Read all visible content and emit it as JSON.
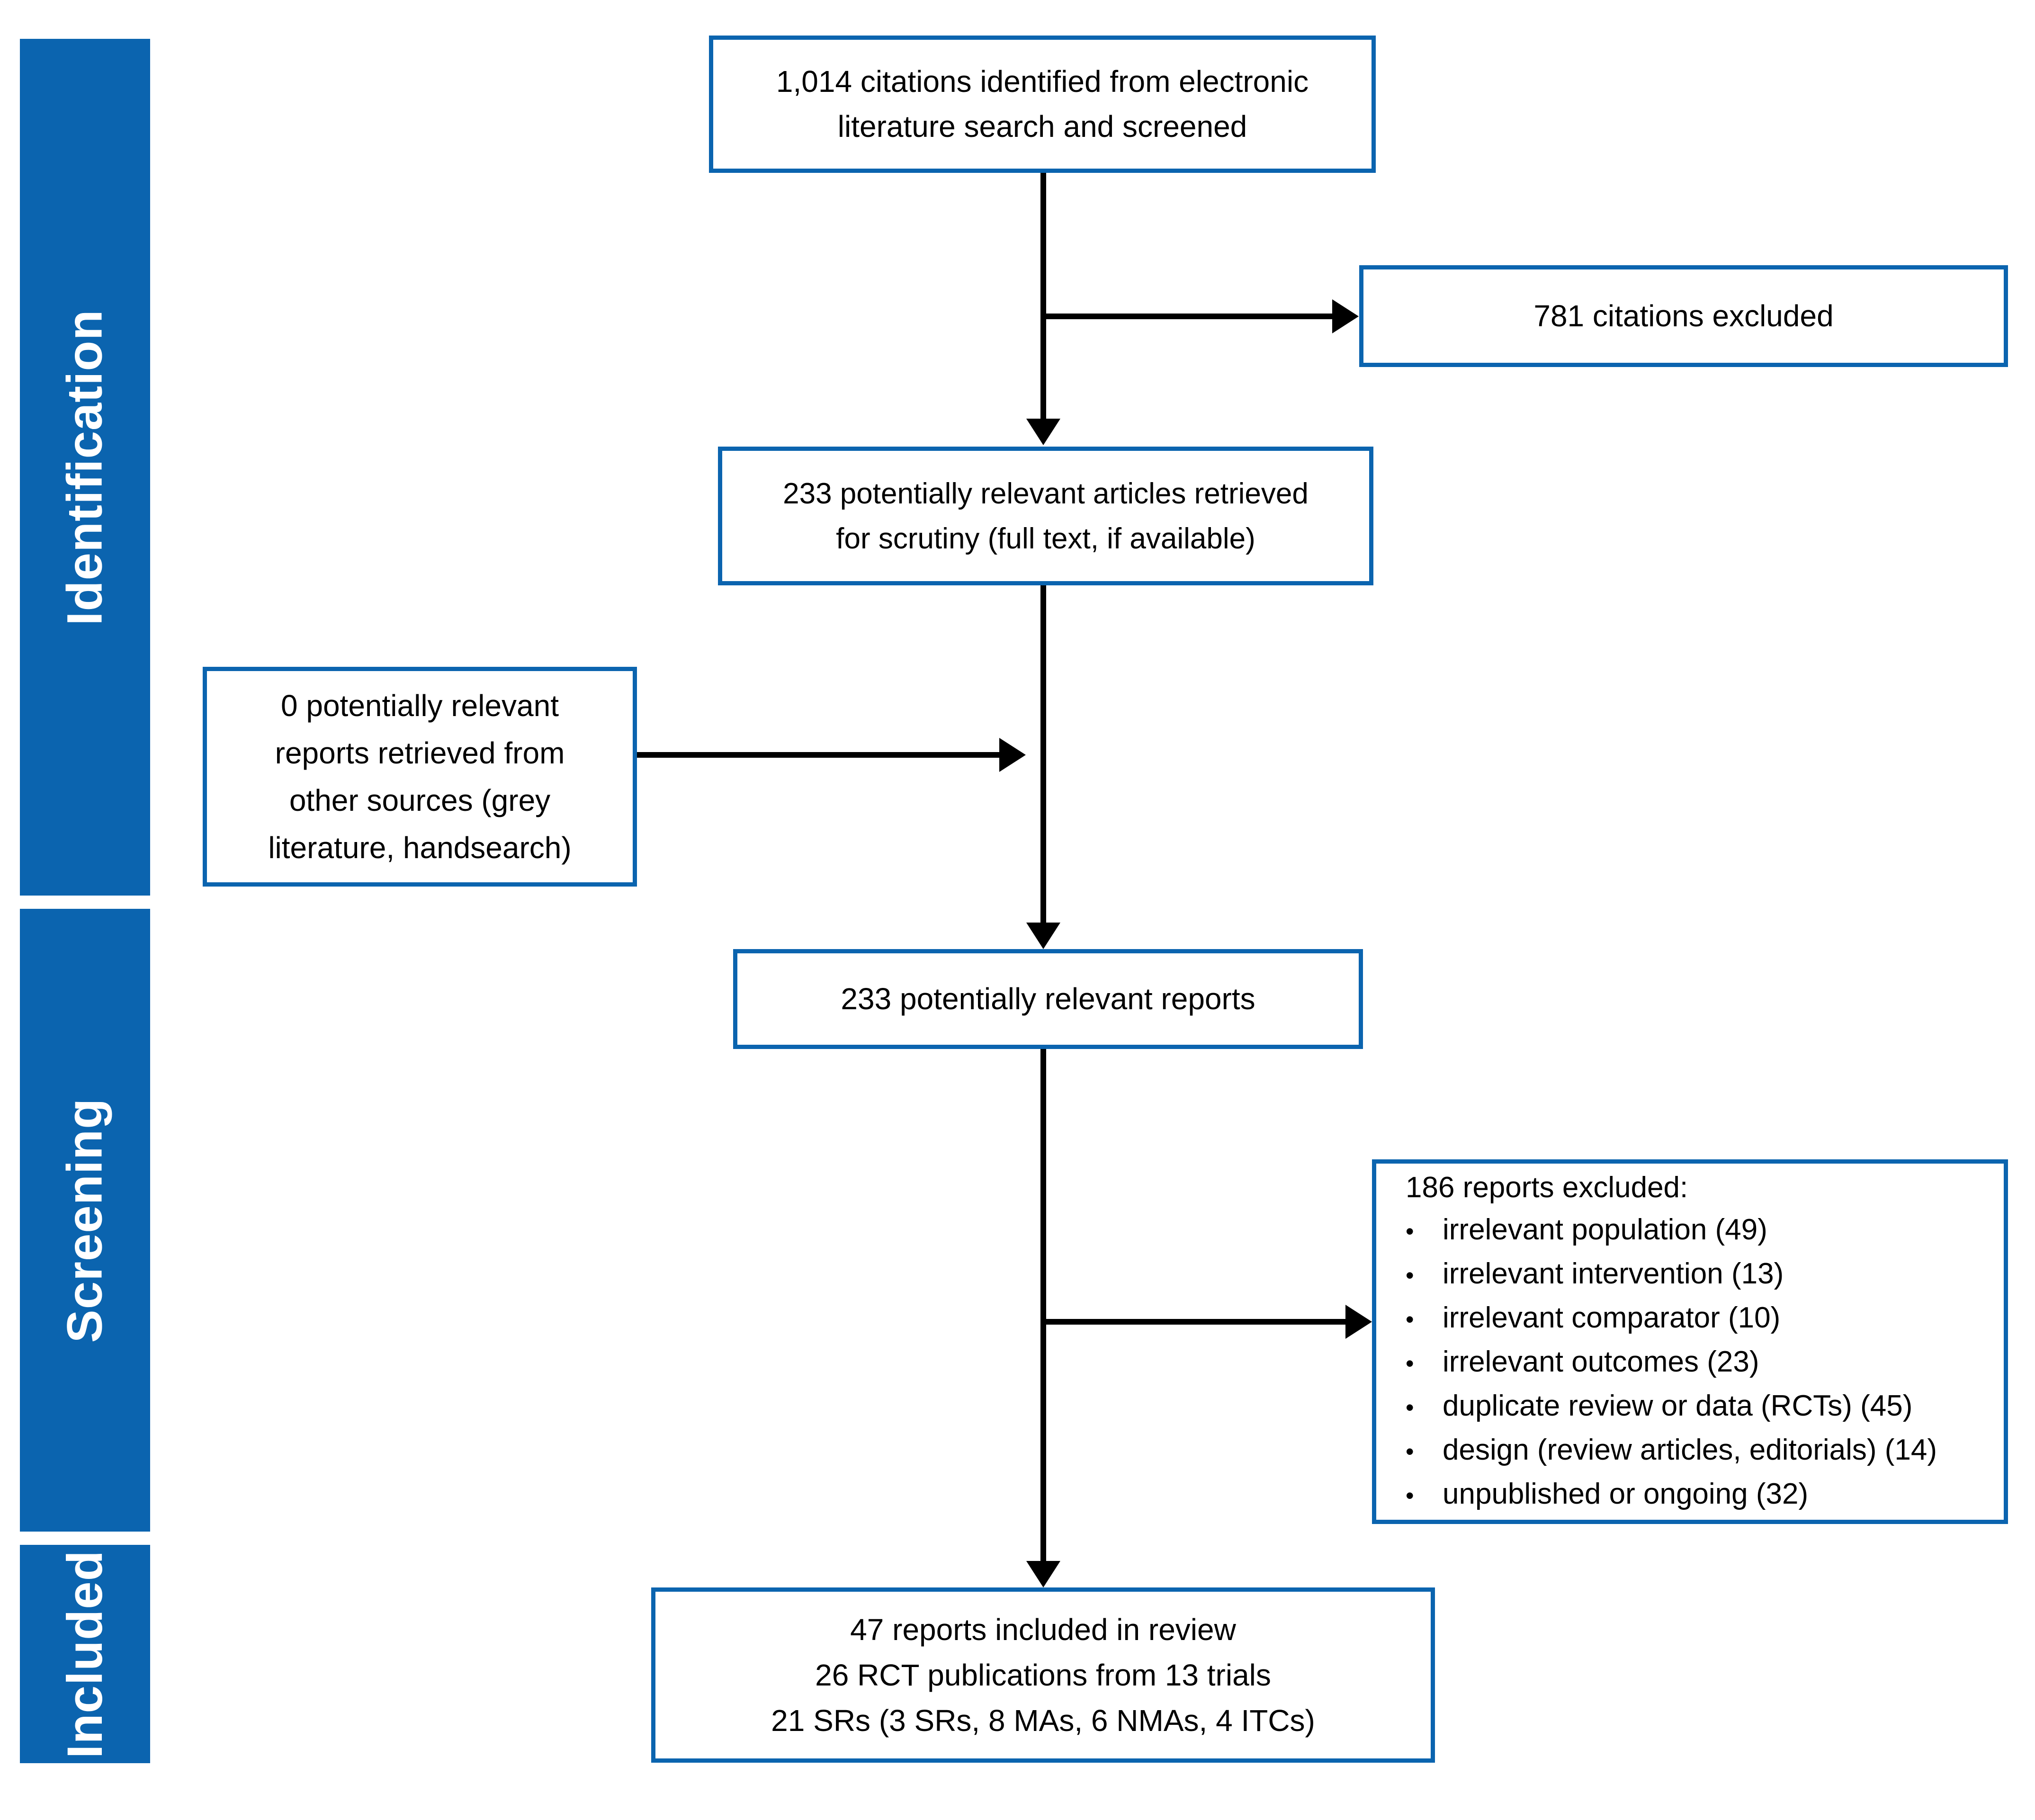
{
  "diagram": {
    "kind": "prisma-flow",
    "stages": [
      {
        "label": "Identification"
      },
      {
        "label": "Screening"
      },
      {
        "label": "Included"
      }
    ],
    "boxes": [
      {
        "id": "citations-identified",
        "lines": [
          "1,014 citations identified from electronic",
          "literature search and screened"
        ]
      },
      {
        "id": "citations-excluded",
        "lines": [
          "781 citations excluded"
        ]
      },
      {
        "id": "articles-retrieved",
        "lines": [
          "233 potentially relevant articles retrieved",
          "for scrutiny (full text, if available)"
        ]
      },
      {
        "id": "other-sources",
        "lines": [
          "0 potentially relevant",
          "reports retrieved from",
          "other sources (grey",
          "literature, handsearch)"
        ]
      },
      {
        "id": "relevant-reports",
        "lines": [
          "233 potentially relevant reports"
        ]
      },
      {
        "id": "reports-excluded",
        "title": "186 reports excluded:",
        "bullet_char": "•",
        "bullets": [
          "irrelevant population (49)",
          "irrelevant intervention (13)",
          "irrelevant comparator (10)",
          "irrelevant outcomes (23)",
          "duplicate review or data (RCTs) (45)",
          "design (review articles, editorials) (14)",
          "unpublished or ongoing (32)"
        ]
      },
      {
        "id": "reports-included",
        "lines": [
          "47 reports included in review",
          "26 RCT publications from 13 trials",
          "21 SRs (3 SRs, 8 MAs, 6 NMAs, 4 ITCs)"
        ]
      }
    ],
    "colors": {
      "accent_blue": "#0b64af",
      "text_black": "#000000",
      "background": "#ffffff",
      "stage_label_text": "#ffffff"
    }
  }
}
